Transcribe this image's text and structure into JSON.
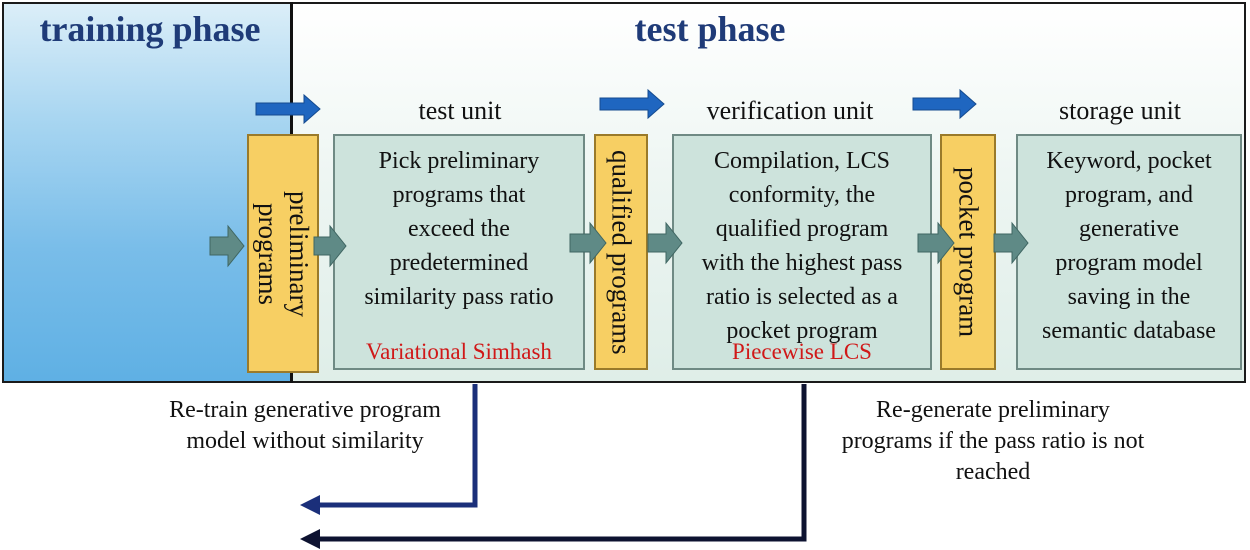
{
  "phases": {
    "training_title": "training phase",
    "test_title": "test phase"
  },
  "units": {
    "test_unit": "test unit",
    "verification_unit": "verification unit",
    "storage_unit": "storage unit"
  },
  "boxes": {
    "preliminary": "preliminary\nprograms",
    "qualified": "qualified programs",
    "pocket": "pocket program",
    "test_content": "Pick preliminary\nprograms that\nexceed the\npredetermined\nsimilarity pass ratio",
    "test_method": "Variational Simhash",
    "verification_content": "Compilation, LCS\nconformity, the\nqualified program\nwith the highest pass\nratio is selected as a\npocket program",
    "verification_method": "Piecewise LCS",
    "storage_content": "Keyword, pocket\nprogram, and\ngenerative\nprogram model\nsaving in the\nsemantic database"
  },
  "notes": {
    "retrain": "Re-train generative program\nmodel without similarity",
    "regenerate": "Re-generate preliminary\nprograms if the pass ratio is not\nreached"
  },
  "colors": {
    "phase_title": "#1f3b78",
    "method_text": "#d01818",
    "yellow_box": "#f7cf63",
    "content_box": "#cde3dc",
    "blue_arrow": "#1f66c0",
    "teal_arrow": "#5f8a86",
    "feedback_line_1": "#1b2f7a",
    "feedback_line_2": "#0d1230"
  }
}
